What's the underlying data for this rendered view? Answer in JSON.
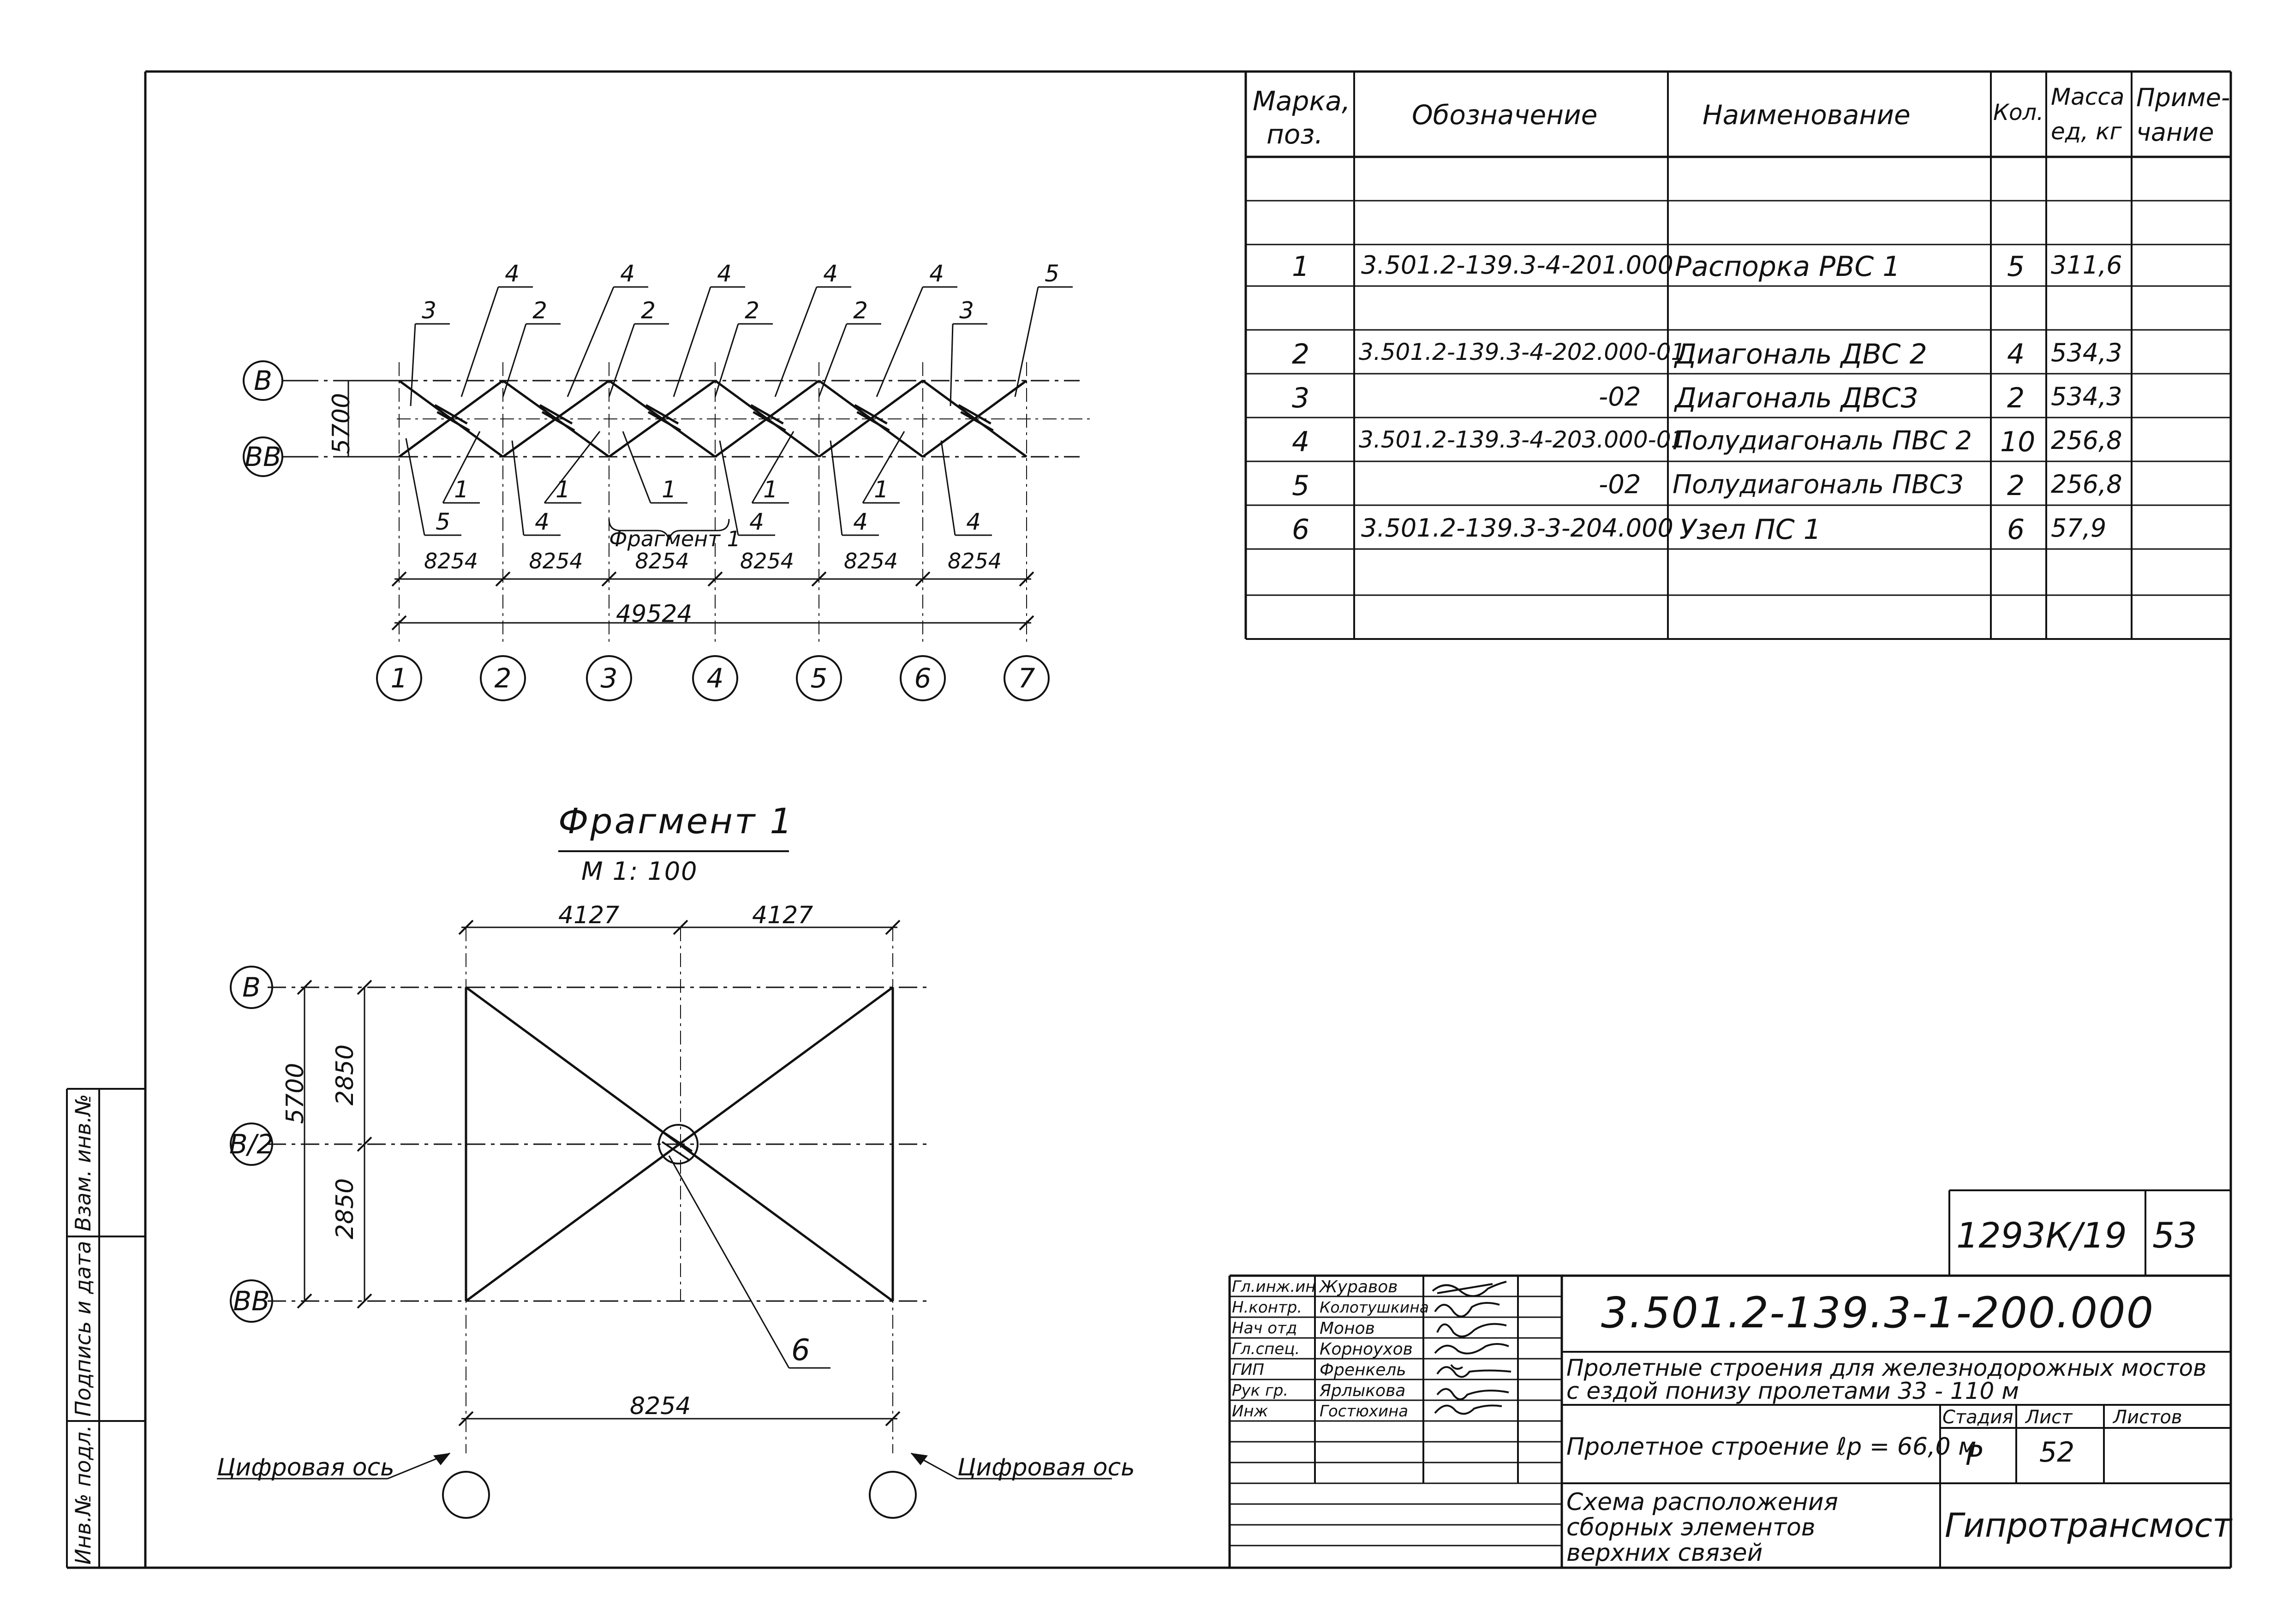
{
  "spec_table": {
    "headers": {
      "mark": [
        "Марка,",
        "поз."
      ],
      "designation": "Обозначение",
      "name": "Наименование",
      "qty": "Кол.",
      "mass": [
        "Масса",
        "ед, кг"
      ],
      "note": [
        "Приме-",
        "чание"
      ]
    },
    "rows": [
      {
        "mark": "1",
        "designation": "3.501.2-139.3-4-201.000",
        "name": "Распорка РВС 1",
        "qty": "5",
        "mass": "311,6"
      },
      {
        "mark": "2",
        "designation": "3.501.2-139.3-4-202.000-01",
        "name": "Диагональ ДВС 2",
        "qty": "4",
        "mass": "534,3"
      },
      {
        "mark": "3",
        "designation": "-02",
        "name": "Диагональ ДВС3",
        "qty": "2",
        "mass": "534,3"
      },
      {
        "mark": "4",
        "designation": "3.501.2-139.3-4-203.000-01",
        "name": "Полудиагональ ПВС 2",
        "qty": "10",
        "mass": "256,8"
      },
      {
        "mark": "5",
        "designation": "-02",
        "name": "Полудиагональ ПВС3",
        "qty": "2",
        "mass": "256,8"
      },
      {
        "mark": "6",
        "designation": "3.501.2-139.3-3-204.000",
        "name": "Узел ПС 1",
        "qty": "6",
        "mass": "57,9"
      }
    ]
  },
  "plan": {
    "axis_rows": [
      "В",
      "ВВ"
    ],
    "axis_cols": [
      "1",
      "2",
      "3",
      "4",
      "5",
      "6",
      "7"
    ],
    "height_dim": "5700",
    "bay_dims": [
      "8254",
      "8254",
      "8254",
      "8254",
      "8254",
      "8254"
    ],
    "total_dim": "49524",
    "top_labels": [
      "3",
      "4",
      "2",
      "4",
      "2",
      "4",
      "2",
      "4",
      "2",
      "4",
      "3",
      "5"
    ],
    "bottom_labels": [
      "5",
      "1",
      "4",
      "1",
      "1",
      "4",
      "1",
      "4",
      "1",
      "4"
    ],
    "fragment_ref": "Фрагмент 1"
  },
  "fragment": {
    "title": "Фрагмент  1",
    "scale": "М 1: 100",
    "axis_rows": [
      "В",
      "В/2",
      "ВВ"
    ],
    "top_dims": [
      "4127",
      "4127"
    ],
    "height_dim": "5700",
    "half_dims": [
      "2850",
      "2850"
    ],
    "bottom_dim": "8254",
    "node_label": "6",
    "digital_axis_left": "Цифровая ось",
    "digital_axis_right": "Цифровая ось"
  },
  "side_stamp": {
    "fields": [
      "Инв.№ подл.",
      "Подпись и дата",
      "Взам. инв.№"
    ]
  },
  "title_block": {
    "album": "1293К/19",
    "page": "53",
    "code": "3.501.2-139.3-1-200.000",
    "project": "Пролетные строения для железнодорожных мостов",
    "project2": "с ездой понизу пролетами  33 - 110 м",
    "object": "Пролетное строение ℓр = 66,0 м",
    "drawing": [
      "Схема  расположения",
      "сборных   элементов",
      "верхних  связей"
    ],
    "org": "Гипротрансмост",
    "stage_label": "Стадия",
    "sheet_label": "Лист",
    "sheets_label": "Листов",
    "stage": "Р",
    "sheet": "52",
    "staff": [
      {
        "role": "Гл.инж.ин",
        "name": "Журавов"
      },
      {
        "role": "Н.контр.",
        "name": "Колотушкина"
      },
      {
        "role": "Нач отд",
        "name": "Монов"
      },
      {
        "role": "Гл.спец.",
        "name": "Корноухов"
      },
      {
        "role": "ГИП",
        "name": "Френкель"
      },
      {
        "role": "Рук гр.",
        "name": "Ярлыкова"
      },
      {
        "role": "Инж",
        "name": "Гостюхина"
      }
    ]
  }
}
